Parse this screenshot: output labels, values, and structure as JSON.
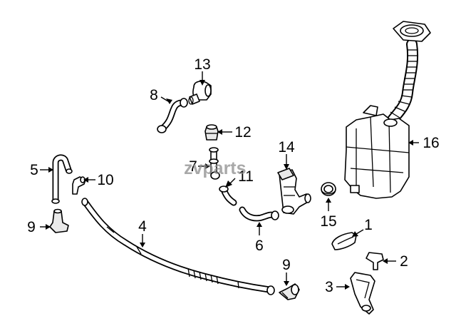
{
  "watermark": {
    "text": "zvparts"
  },
  "callouts": [
    {
      "id": "1",
      "label": "1"
    },
    {
      "id": "2",
      "label": "2"
    },
    {
      "id": "3",
      "label": "3"
    },
    {
      "id": "4",
      "label": "4"
    },
    {
      "id": "5",
      "label": "5"
    },
    {
      "id": "6",
      "label": "6"
    },
    {
      "id": "7",
      "label": "7"
    },
    {
      "id": "8",
      "label": "8"
    },
    {
      "id": "9a",
      "label": "9"
    },
    {
      "id": "9b",
      "label": "9"
    },
    {
      "id": "10",
      "label": "10"
    },
    {
      "id": "11",
      "label": "11"
    },
    {
      "id": "12",
      "label": "12"
    },
    {
      "id": "13",
      "label": "13"
    },
    {
      "id": "14",
      "label": "14"
    },
    {
      "id": "15",
      "label": "15"
    },
    {
      "id": "16",
      "label": "16"
    }
  ]
}
